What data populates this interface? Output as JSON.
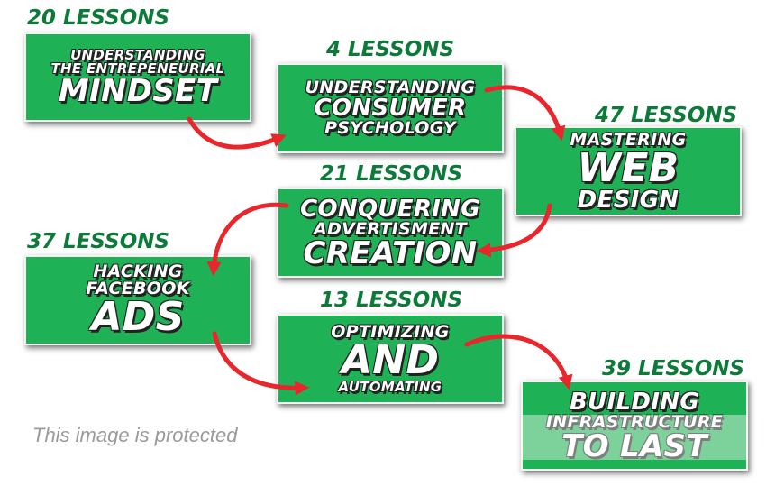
{
  "modules": [
    {
      "count": "20 LESSONS",
      "lines": [
        "UNDERSTANDING",
        "THE ENTREPENEURIAL",
        "MINDSET"
      ]
    },
    {
      "count": "4 LESSONS",
      "lines": [
        "UNDERSTANDING",
        "CONSUMER",
        "PSYCHOLOGY"
      ]
    },
    {
      "count": "47 LESSONS",
      "lines": [
        "MASTERING",
        "WEB",
        "DESIGN"
      ]
    },
    {
      "count": "21 LESSONS",
      "lines": [
        "CONQUERING",
        "ADVERTISMENT",
        "CREATION"
      ]
    },
    {
      "count": "37 LESSONS",
      "lines": [
        "HACKING",
        "FACEBOOK",
        "ADS"
      ]
    },
    {
      "count": "13 LESSONS",
      "lines": [
        "OPTIMIZING",
        "AND",
        "AUTOMATING"
      ]
    },
    {
      "count": "39 LESSONS",
      "lines": [
        "BUILDING",
        "INFRASTRUCTURE",
        "TO LAST"
      ]
    }
  ],
  "protected_notice": "This image is protected",
  "colors": {
    "box": "#1fb155",
    "count_text": "#0e7a3a",
    "arrow": "#e8262b",
    "box_border": "#f4f4f4"
  }
}
